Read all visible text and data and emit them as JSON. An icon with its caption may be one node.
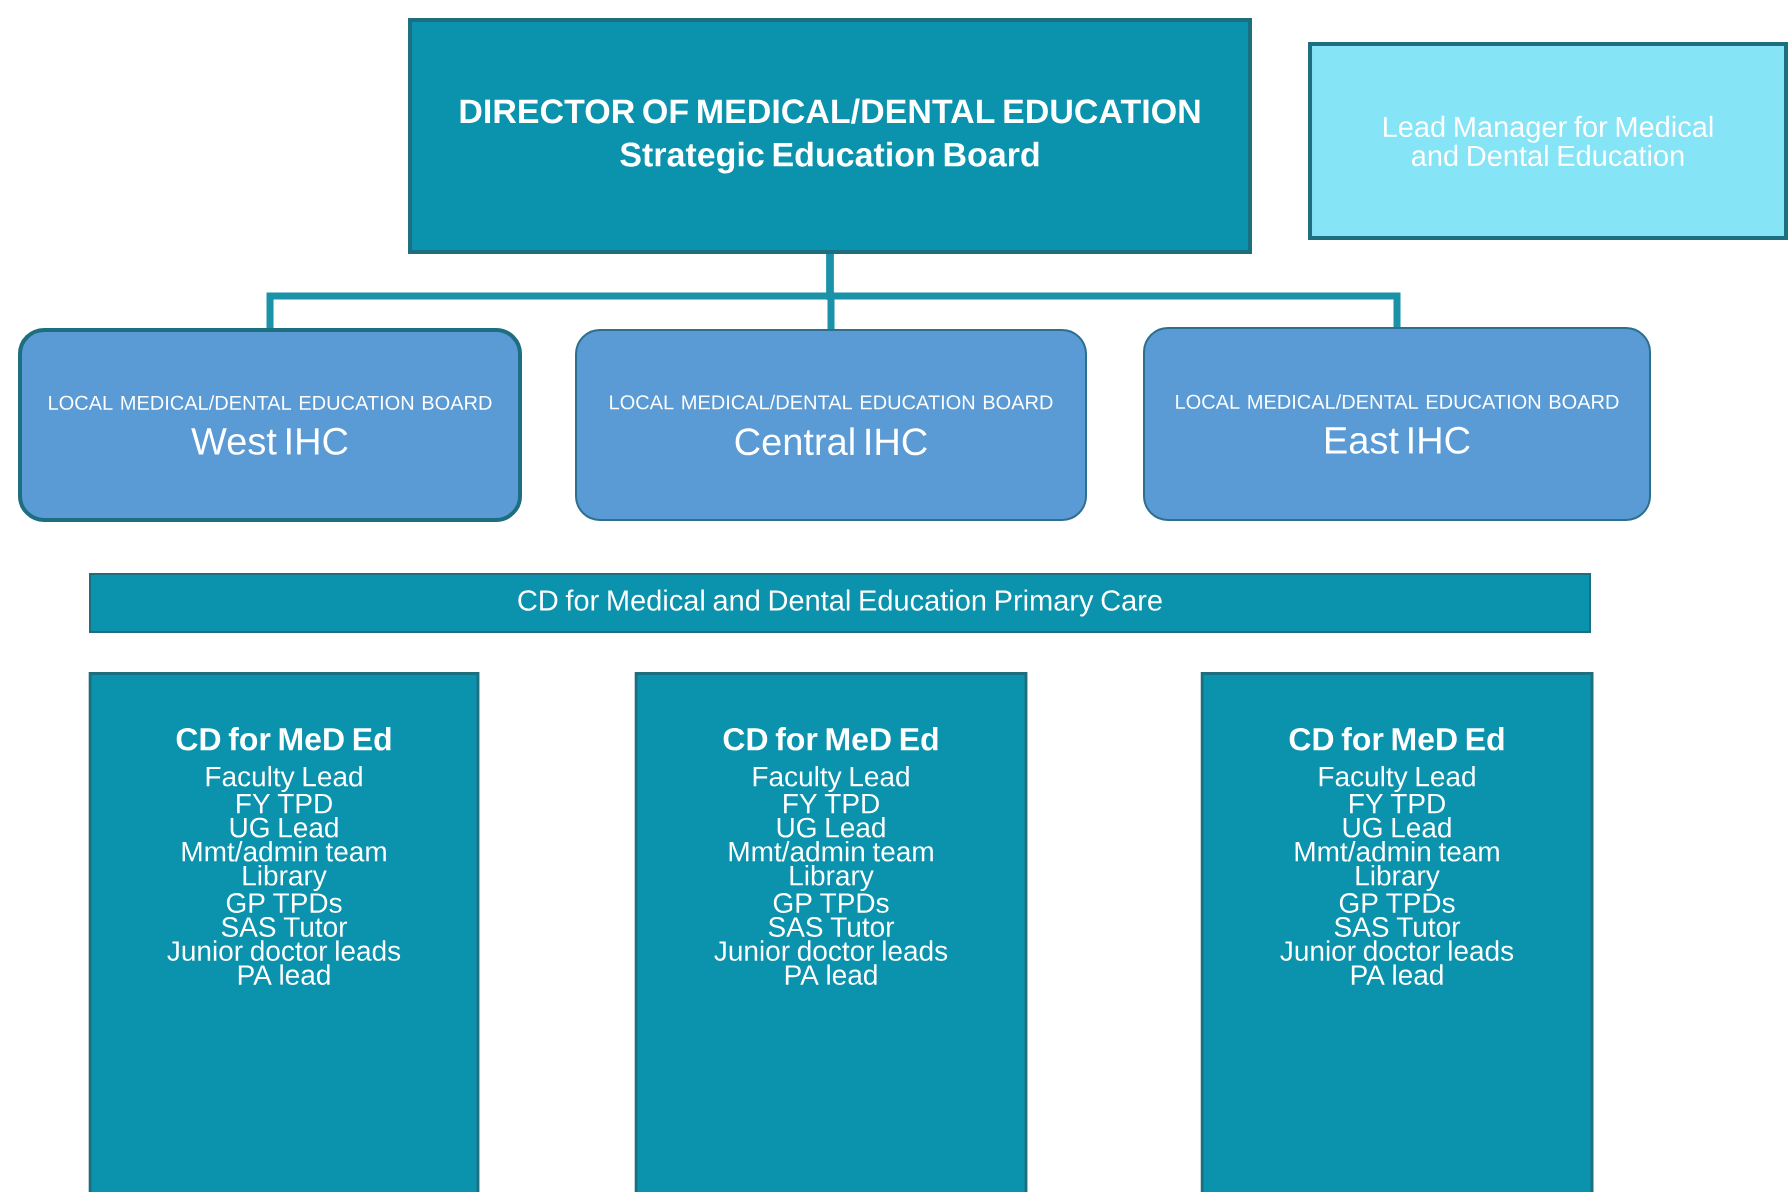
{
  "diagram": {
    "nodes": [
      {
        "text": [
          "DIRECTOR OF MEDICAL/DENTAL EDUCATION",
          "Strategic Education Board"
        ]
      },
      {
        "text": [
          "Lead Manager for Medical and Dental Education"
        ]
      },
      {
        "text": [
          "LOCAL MEDICAL/DENTAL EDUCATION BOARD",
          "West IHC"
        ]
      },
      {
        "text": [
          "LOCAL MEDICAL/DENTAL EDUCATION BOARD",
          "Central IHC"
        ]
      },
      {
        "text": [
          "LOCAL MEDICAL/DENTAL EDUCATION BOARD",
          "East IHC"
        ]
      },
      {
        "text": [
          "CD for Medical and Dental Education Primary Care"
        ]
      },
      {
        "text": [
          "CD for MeD Ed",
          "Faculty Lead",
          "FY TPD",
          "UG Lead",
          "Mmt/admin team",
          "Library",
          "GP TPDs",
          "SAS Tutor",
          "Junior doctor leads",
          "PA lead"
        ]
      },
      {
        "text": [
          "CD for MeD Ed",
          "Faculty Lead",
          "FY TPD",
          "UG Lead",
          "Mmt/admin team",
          "Library",
          "GP TPDs",
          "SAS Tutor",
          "Junior doctor leads",
          "PA lead"
        ]
      },
      {
        "text": [
          "CD for MeD Ed",
          "Faculty Lead",
          "FY TPD",
          "UG Lead",
          "Mmt/admin team",
          "Library",
          "GP TPDs",
          "SAS Tutor",
          "Junior doctor leads",
          "PA lead"
        ]
      }
    ],
    "edges": [
      {
        "from": 0,
        "to": 2,
        "arrow": "none"
      },
      {
        "from": 0,
        "to": 3,
        "arrow": "none"
      },
      {
        "from": 0,
        "to": 4,
        "arrow": "none"
      }
    ]
  }
}
